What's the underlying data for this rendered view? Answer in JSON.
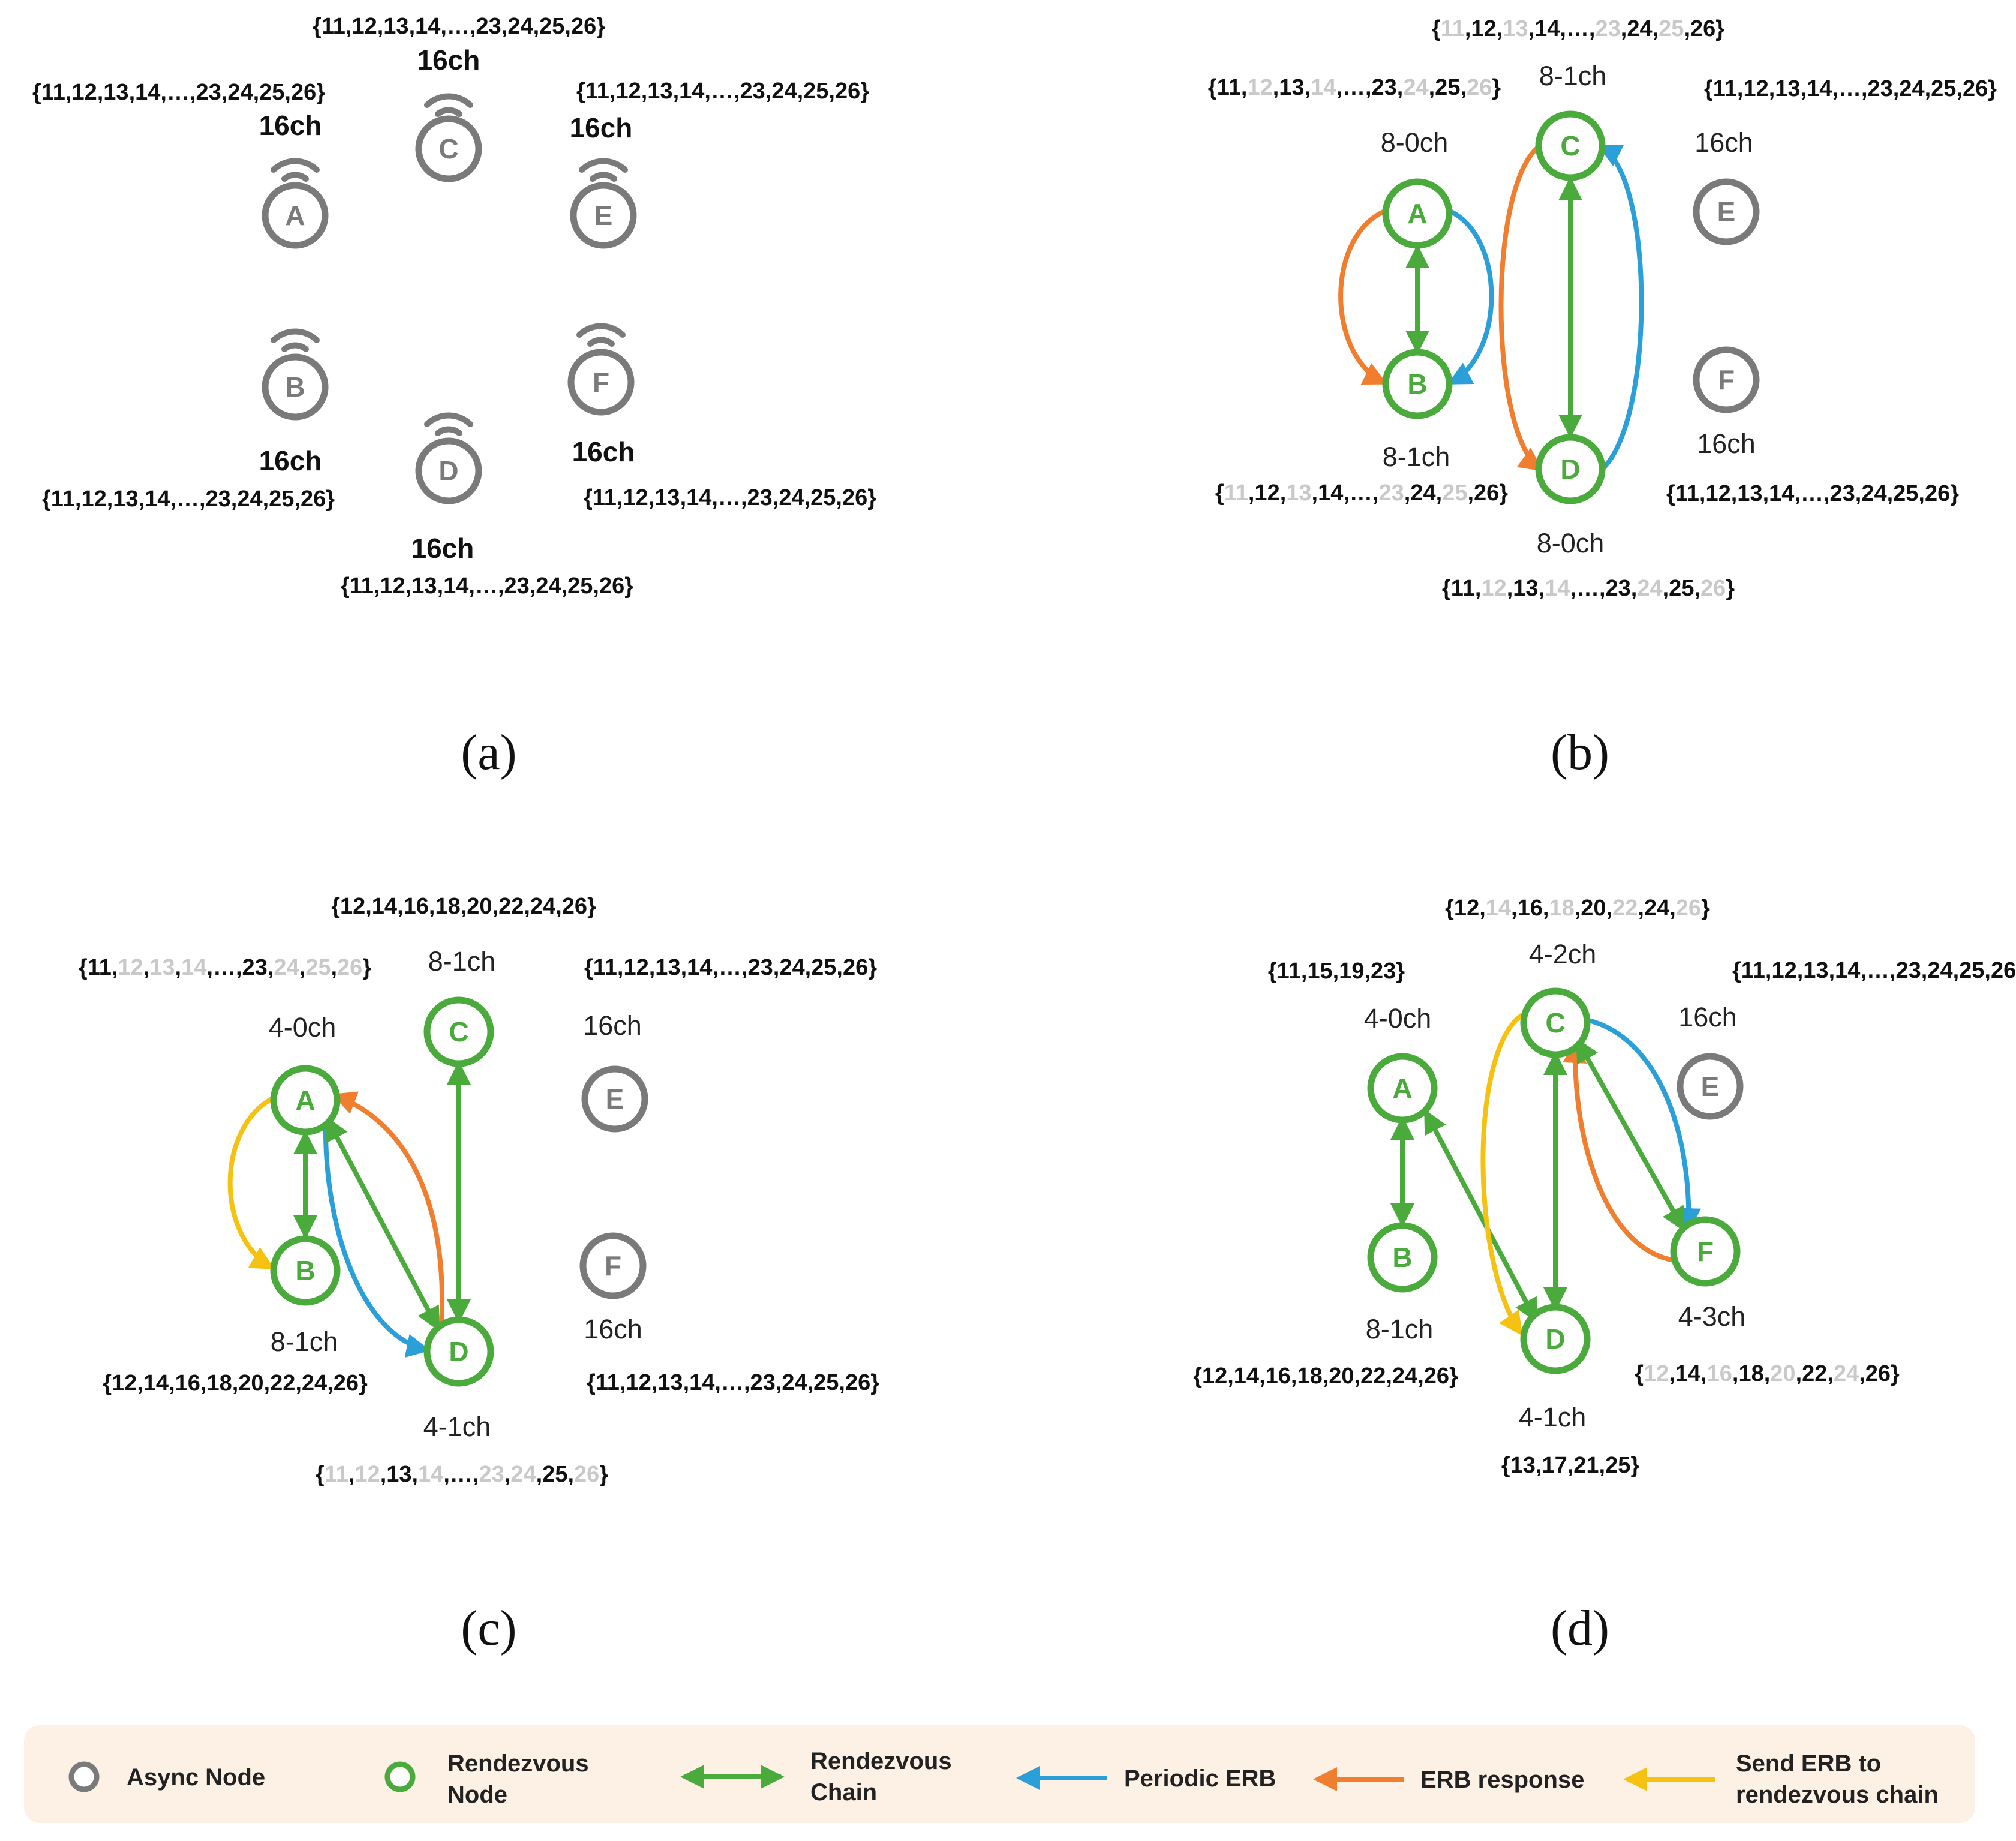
{
  "colors": {
    "async": "#7a7a7a",
    "rendezvous": "#4aaa3c",
    "periodic_erb": "#2a9fd8",
    "erb_response": "#f07e2e",
    "send_erb": "#f5c211",
    "legend_bg": "#fdf1e6",
    "disabled_channel": "#c9c9c9"
  },
  "channel_sets": {
    "full": "{11,12,13,14,…,23,24,25,26}",
    "odd_off": [
      {
        "t": "{",
        "off": false
      },
      {
        "t": "11",
        "off": true
      },
      {
        "t": ",12,",
        "off": false
      },
      {
        "t": "13",
        "off": true
      },
      {
        "t": ",14,…,",
        "off": false
      },
      {
        "t": "23",
        "off": true
      },
      {
        "t": ",24,",
        "off": false
      },
      {
        "t": "25",
        "off": true
      },
      {
        "t": ",26}",
        "off": false
      }
    ],
    "even_off": [
      {
        "t": "{11,",
        "off": false
      },
      {
        "t": "12",
        "off": true
      },
      {
        "t": ",13,",
        "off": false
      },
      {
        "t": "14",
        "off": true
      },
      {
        "t": ",…,23,",
        "off": false
      },
      {
        "t": "24",
        "off": true
      },
      {
        "t": ",25,",
        "off": false
      },
      {
        "t": "26",
        "off": true
      },
      {
        "t": "}",
        "off": false
      }
    ],
    "c_a": [
      {
        "t": "{11,",
        "off": false
      },
      {
        "t": "12",
        "off": true
      },
      {
        "t": ",",
        "off": false
      },
      {
        "t": "13",
        "off": true
      },
      {
        "t": ",",
        "off": false
      },
      {
        "t": "14",
        "off": true
      },
      {
        "t": ",…,23,",
        "off": false
      },
      {
        "t": "24",
        "off": true
      },
      {
        "t": ",",
        "off": false
      },
      {
        "t": "25",
        "off": true
      },
      {
        "t": ",",
        "off": false
      },
      {
        "t": "26",
        "off": true
      },
      {
        "t": "}",
        "off": false
      }
    ],
    "c_d": [
      {
        "t": "{",
        "off": false
      },
      {
        "t": "11",
        "off": true
      },
      {
        "t": ",",
        "off": false
      },
      {
        "t": "12",
        "off": true
      },
      {
        "t": ",13,",
        "off": false
      },
      {
        "t": "14",
        "off": true
      },
      {
        "t": ",…,",
        "off": false
      },
      {
        "t": "23",
        "off": true
      },
      {
        "t": ",",
        "off": false
      },
      {
        "t": "24",
        "off": true
      },
      {
        "t": ",25,",
        "off": false
      },
      {
        "t": "26",
        "off": true
      },
      {
        "t": "}",
        "off": false
      }
    ],
    "even": "{12,14,16,18,20,22,24,26}",
    "d_c": [
      {
        "t": "{12,",
        "off": false
      },
      {
        "t": "14",
        "off": true
      },
      {
        "t": ",16,",
        "off": false
      },
      {
        "t": "18",
        "off": true
      },
      {
        "t": ",20,",
        "off": false
      },
      {
        "t": "22",
        "off": true
      },
      {
        "t": ",24,",
        "off": false
      },
      {
        "t": "26",
        "off": true
      },
      {
        "t": "}",
        "off": false
      }
    ],
    "d_f": [
      {
        "t": "{",
        "off": false
      },
      {
        "t": "12",
        "off": true
      },
      {
        "t": ",14,",
        "off": false
      },
      {
        "t": "16",
        "off": true
      },
      {
        "t": ",18,",
        "off": false
      },
      {
        "t": "20",
        "off": true
      },
      {
        "t": ",22,",
        "off": false
      },
      {
        "t": "24",
        "off": true
      },
      {
        "t": ",26}",
        "off": false
      }
    ],
    "d_a": "{11,15,19,23}",
    "d_d": "{13,17,21,25}"
  },
  "panel_a": {
    "caption": "(a)",
    "nodes": [
      {
        "label": "A",
        "ch": "16ch"
      },
      {
        "label": "B",
        "ch": "16ch"
      },
      {
        "label": "C",
        "ch": "16ch"
      },
      {
        "label": "D",
        "ch": "16ch"
      },
      {
        "label": "E",
        "ch": "16ch"
      },
      {
        "label": "F",
        "ch": "16ch"
      }
    ]
  },
  "panel_b": {
    "caption": "(b)",
    "nodes": [
      {
        "label": "A",
        "ch": "8-0ch"
      },
      {
        "label": "B",
        "ch": "8-1ch"
      },
      {
        "label": "C",
        "ch": "8-1ch"
      },
      {
        "label": "D",
        "ch": "8-0ch"
      },
      {
        "label": "E",
        "ch": "16ch"
      },
      {
        "label": "F",
        "ch": "16ch"
      }
    ]
  },
  "panel_c": {
    "caption": "(c)",
    "nodes": [
      {
        "label": "A",
        "ch": "4-0ch"
      },
      {
        "label": "B",
        "ch": "8-1ch"
      },
      {
        "label": "C",
        "ch": "8-1ch"
      },
      {
        "label": "D",
        "ch": "4-1ch"
      },
      {
        "label": "E",
        "ch": "16ch"
      },
      {
        "label": "F",
        "ch": "16ch"
      }
    ]
  },
  "panel_d": {
    "caption": "(d)",
    "nodes": [
      {
        "label": "A",
        "ch": "4-0ch"
      },
      {
        "label": "B",
        "ch": "8-1ch"
      },
      {
        "label": "C",
        "ch": "4-2ch"
      },
      {
        "label": "D",
        "ch": "4-1ch"
      },
      {
        "label": "E",
        "ch": "16ch"
      },
      {
        "label": "F",
        "ch": "4-3ch"
      }
    ]
  },
  "legend": {
    "async_node": "Async Node",
    "rendezvous_node_1": "Rendezvous",
    "rendezvous_node_2": "Node",
    "rendezvous_chain_1": "Rendezvous",
    "rendezvous_chain_2": "Chain",
    "periodic_erb": "Periodic ERB",
    "erb_response": "ERB response",
    "send_erb_1": "Send ERB to",
    "send_erb_2": "rendezvous chain"
  }
}
